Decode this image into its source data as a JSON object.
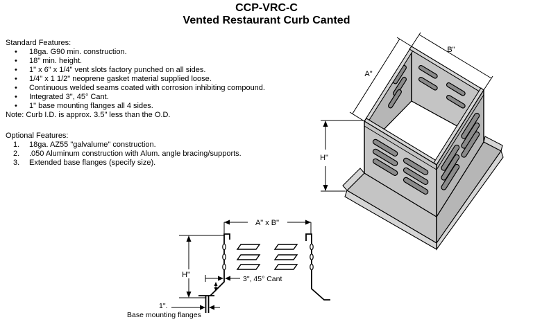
{
  "title": {
    "line1": "CCP-VRC-C",
    "line2": "Vented Restaurant Curb Canted"
  },
  "standard": {
    "heading": "Standard Features:",
    "bullet": "•",
    "items": [
      "18ga. G90 min. construction.",
      "18\" min. height.",
      "1\" x 6\" x 1/4\" vent slots factory punched on all sides.",
      "1/4\" x 1 1/2\" neoprene gasket material supplied loose.",
      "Continuous welded seams coated with corrosion inhibiting compound.",
      "Integrated 3\", 45° Cant.",
      "1\" base mounting flanges all 4 sides."
    ],
    "note": "Note: Curb I.D. is approx. 3.5\" less than the O.D."
  },
  "optional": {
    "heading": "Optional Features:",
    "items": [
      {
        "num": "1.",
        "text": "18ga. AZ55 \"galvalume\" construction."
      },
      {
        "num": "2.",
        "text": ".050 Aluminum construction with Alum. angle bracing/supports."
      },
      {
        "num": "3.",
        "text": "Extended base flanges (specify size)."
      }
    ]
  },
  "drawing3d": {
    "labels": {
      "a": "A\"",
      "b": "B\"",
      "h": "H\""
    }
  },
  "drawing2d": {
    "labels": {
      "top": "A\" x B\"",
      "h": "H\"",
      "cant": "3\", 45° Cant",
      "flange_size": "1\".",
      "flange_caption": "Base mounting flanges"
    }
  },
  "colors": {
    "background": "#ffffff",
    "metal": "#c4c4c4",
    "metal_dark": "#b6b6b6",
    "rim": "#d6d6d6",
    "slot": "#8a8a8a",
    "line": "#000000"
  }
}
